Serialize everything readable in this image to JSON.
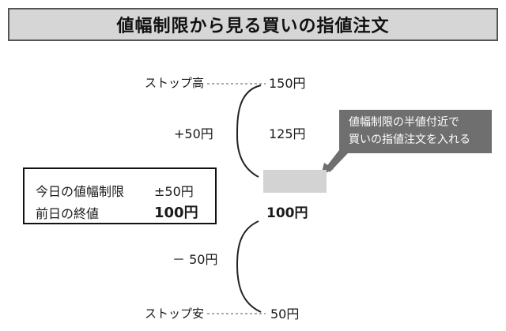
{
  "title": "値幅制限から見る買いの指値注文",
  "stop_high": {
    "label": "ストップ高",
    "price": "150円"
  },
  "upper_range_label": "+50円",
  "mid_price": "125円",
  "center_price": "100円",
  "lower_range_label": "－ 50円",
  "stop_low": {
    "label": "ストップ安",
    "price": "50円"
  },
  "info_box": {
    "limit_label": "今日の値幅制限",
    "limit_value": "±50円",
    "close_label": "前日の終値",
    "close_value": "100円"
  },
  "callout": {
    "line1": "値幅制限の半値付近で",
    "line2": "買いの指値注文を入れる"
  },
  "colors": {
    "title_bg": "#d6d6d6",
    "callout_bg": "#6f6f6f",
    "order_box": "#d3d3d3"
  }
}
